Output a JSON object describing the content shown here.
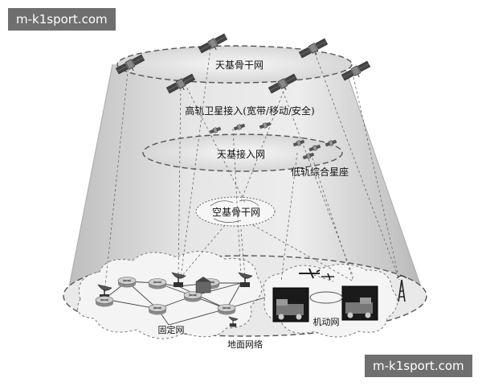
{
  "watermark": {
    "top": "m-k1sport.com",
    "bottom": "m-k1sport.com"
  },
  "labels": {
    "space_backbone": "天基骨干网",
    "geo_access": "高轨卫星接入(宽带/移动/安全)",
    "space_access": "天基接入网",
    "leo_constellation": "低轨综合星座",
    "air_backbone": "空基骨干网",
    "fixed_network": "固定网",
    "mobile_network": "机动网",
    "ground_network": "地面网络"
  },
  "colors": {
    "line": "#555555",
    "cone": "#dcdcdc",
    "cloud": "#efefef",
    "text": "#111111"
  }
}
